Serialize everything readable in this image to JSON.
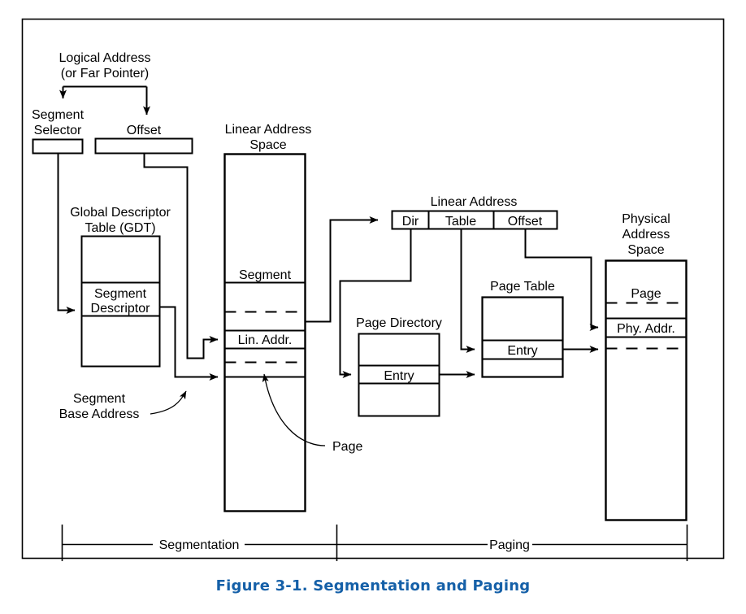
{
  "figure": {
    "caption": "Figure 3-1.  Segmentation and Paging",
    "caption_color": "#1560A8",
    "line_color": "#000000",
    "background": "#ffffff"
  },
  "labels": {
    "logical_address_l1": "Logical Address",
    "logical_address_l2": "(or Far Pointer)",
    "segment_selector_l1": "Segment",
    "segment_selector_l2": "Selector",
    "offset": "Offset",
    "linear_address_space_l1": "Linear Address",
    "linear_address_space_l2": "Space",
    "gdt_l1": "Global Descriptor",
    "gdt_l2": "Table (GDT)",
    "segment_descriptor_l1": "Segment",
    "segment_descriptor_l2": "Descriptor",
    "segment_base_address_l1": "Segment",
    "segment_base_address_l2": "Base Address",
    "segment_cell": "Segment",
    "lin_addr_cell": "Lin. Addr.",
    "page_callout": "Page",
    "linear_address_title": "Linear Address",
    "la_dir": "Dir",
    "la_table": "Table",
    "la_offset": "Offset",
    "page_directory": "Page Directory",
    "page_directory_entry": "Entry",
    "page_table": "Page Table",
    "page_table_entry": "Entry",
    "physical_address_space_l1": "Physical",
    "physical_address_space_l2": "Address",
    "physical_address_space_l3": "Space",
    "page_cell": "Page",
    "phy_addr_cell": "Phy. Addr.",
    "bracket_segmentation": "Segmentation",
    "bracket_paging": "Paging"
  }
}
